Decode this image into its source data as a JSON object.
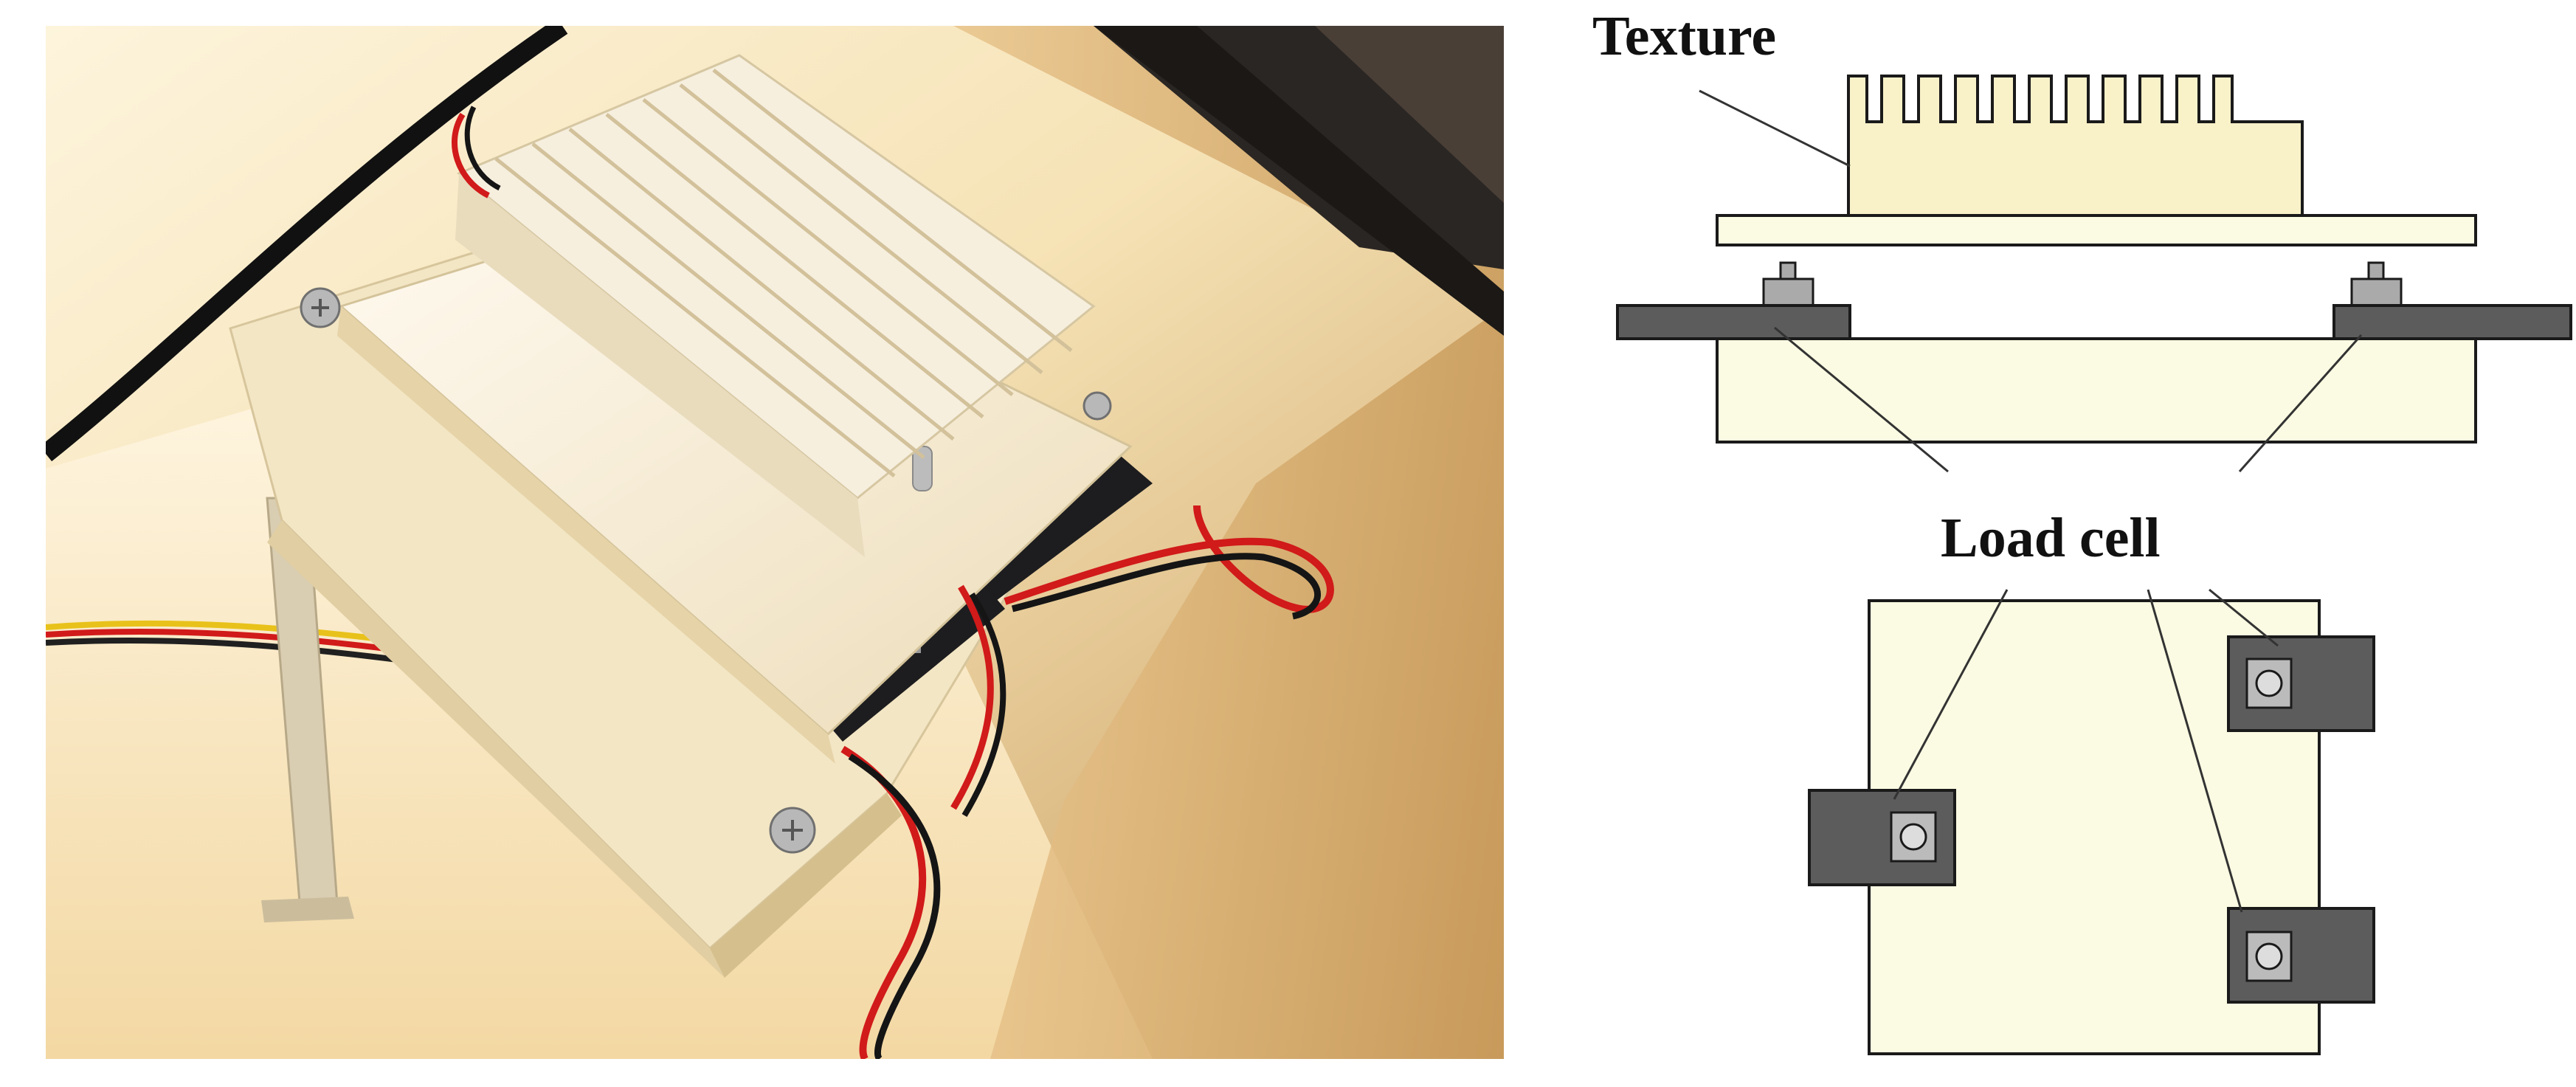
{
  "labels": {
    "texture": "Texture",
    "load_cell": "Load cell"
  },
  "colors": {
    "plate_fill": "#fbfbe3",
    "texture_fill": "#f9f1c8",
    "load_cell_fill": "#5c5c5c",
    "button_fill": "#aaaaaa",
    "outline": "#1a1a1a",
    "leader_line": "#333333",
    "photo_background": "#f4e1b4",
    "wire_red": "#d11a1a",
    "wire_black": "#151515",
    "wire_yellow": "#e8c21a"
  },
  "icons": {
    "photo_subject": "textured-plate-on-load-cells-photo"
  }
}
